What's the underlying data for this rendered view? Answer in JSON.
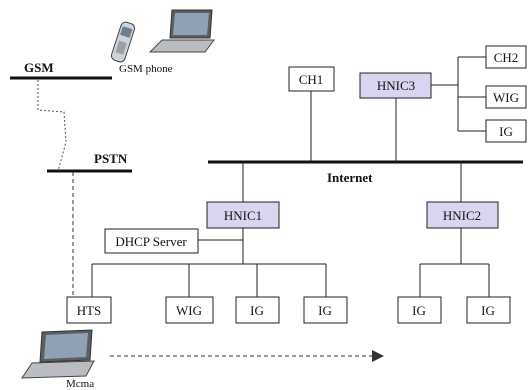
{
  "buses": {
    "gsm": "GSM",
    "pstn": "PSTN",
    "internet": "Internet"
  },
  "devices": {
    "gsm_phone_label": "GSM phone",
    "mobile_laptop_label": "Mcma"
  },
  "nodes": {
    "ch1": "CH1",
    "ch2": "CH2",
    "hnic3": "HNIC3",
    "wig_top": "WIG",
    "ig_top": "IG",
    "hnic1": "HNIC1",
    "hnic2": "HNIC2",
    "dhcp": "DHCP Server",
    "hts": "HTS",
    "wig_home1": "WIG",
    "ig_home1_a": "IG",
    "ig_home1_b": "IG",
    "ig_home2_a": "IG",
    "ig_home2_b": "IG"
  },
  "colors": {
    "highlight_fill": "#d7d5f0",
    "line": "#222222"
  }
}
